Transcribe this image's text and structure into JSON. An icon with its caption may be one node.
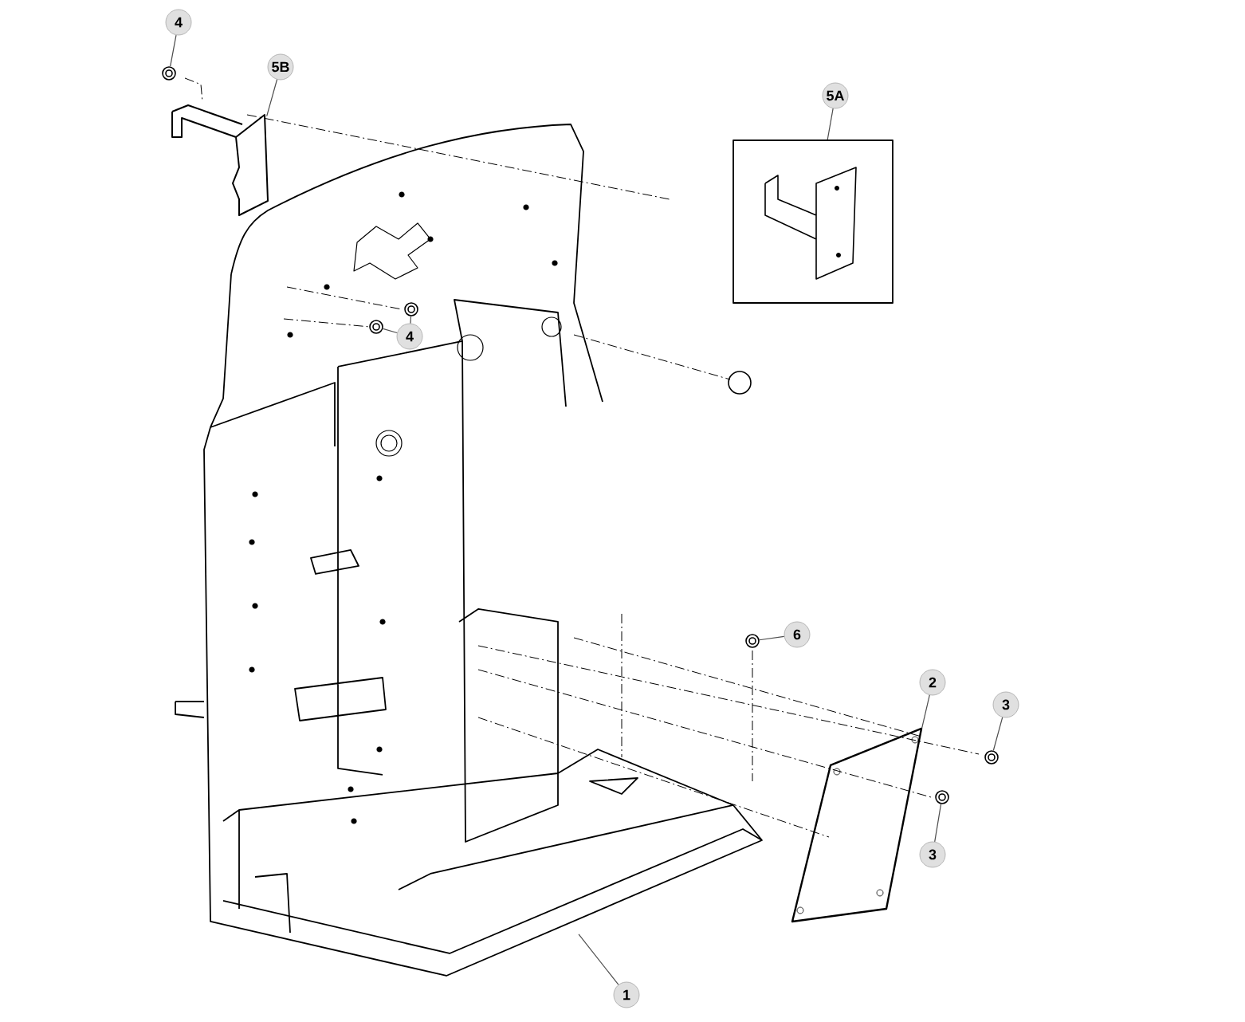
{
  "diagram": {
    "nodes": [
      {
        "text": [
          "4"
        ]
      },
      {
        "text": [
          "5B"
        ]
      },
      {
        "text": [
          "5A"
        ]
      },
      {
        "text": [],
        "shape": "box"
      },
      {
        "text": [
          "4"
        ]
      },
      {
        "text": [
          "6"
        ]
      },
      {
        "text": [
          "2"
        ]
      },
      {
        "text": [
          "3"
        ]
      },
      {
        "text": [
          "3"
        ]
      },
      {
        "text": [
          "1"
        ]
      },
      {
        "text": [],
        "shape": "circle"
      },
      {
        "text": [],
        "shape": "picture"
      },
      {
        "text": [],
        "shape": "circle"
      },
      {
        "text": [],
        "shape": "circle"
      },
      {
        "text": [],
        "shape": "circle"
      },
      {
        "text": [],
        "shape": "picture"
      },
      {
        "text": [],
        "shape": "circle"
      },
      {
        "text": [],
        "shape": "circle"
      }
    ],
    "edges": [
      {
        "from": 0,
        "to": 10,
        "arrow": "none"
      },
      {
        "from": 1,
        "to": 11,
        "arrow": "none"
      },
      {
        "from": 2,
        "to": 3,
        "arrow": "none"
      },
      {
        "from": 4,
        "to": 12,
        "arrow": "none"
      },
      {
        "from": 4,
        "to": 13,
        "arrow": "none"
      },
      {
        "from": 5,
        "to": 14,
        "arrow": "none"
      },
      {
        "from": 6,
        "to": 15,
        "arrow": "none"
      },
      {
        "from": 7,
        "to": 16,
        "arrow": "none"
      },
      {
        "from": 8,
        "to": 17,
        "arrow": "none"
      },
      {
        "from": 9,
        "to": null,
        "arrow": "none"
      }
    ]
  }
}
